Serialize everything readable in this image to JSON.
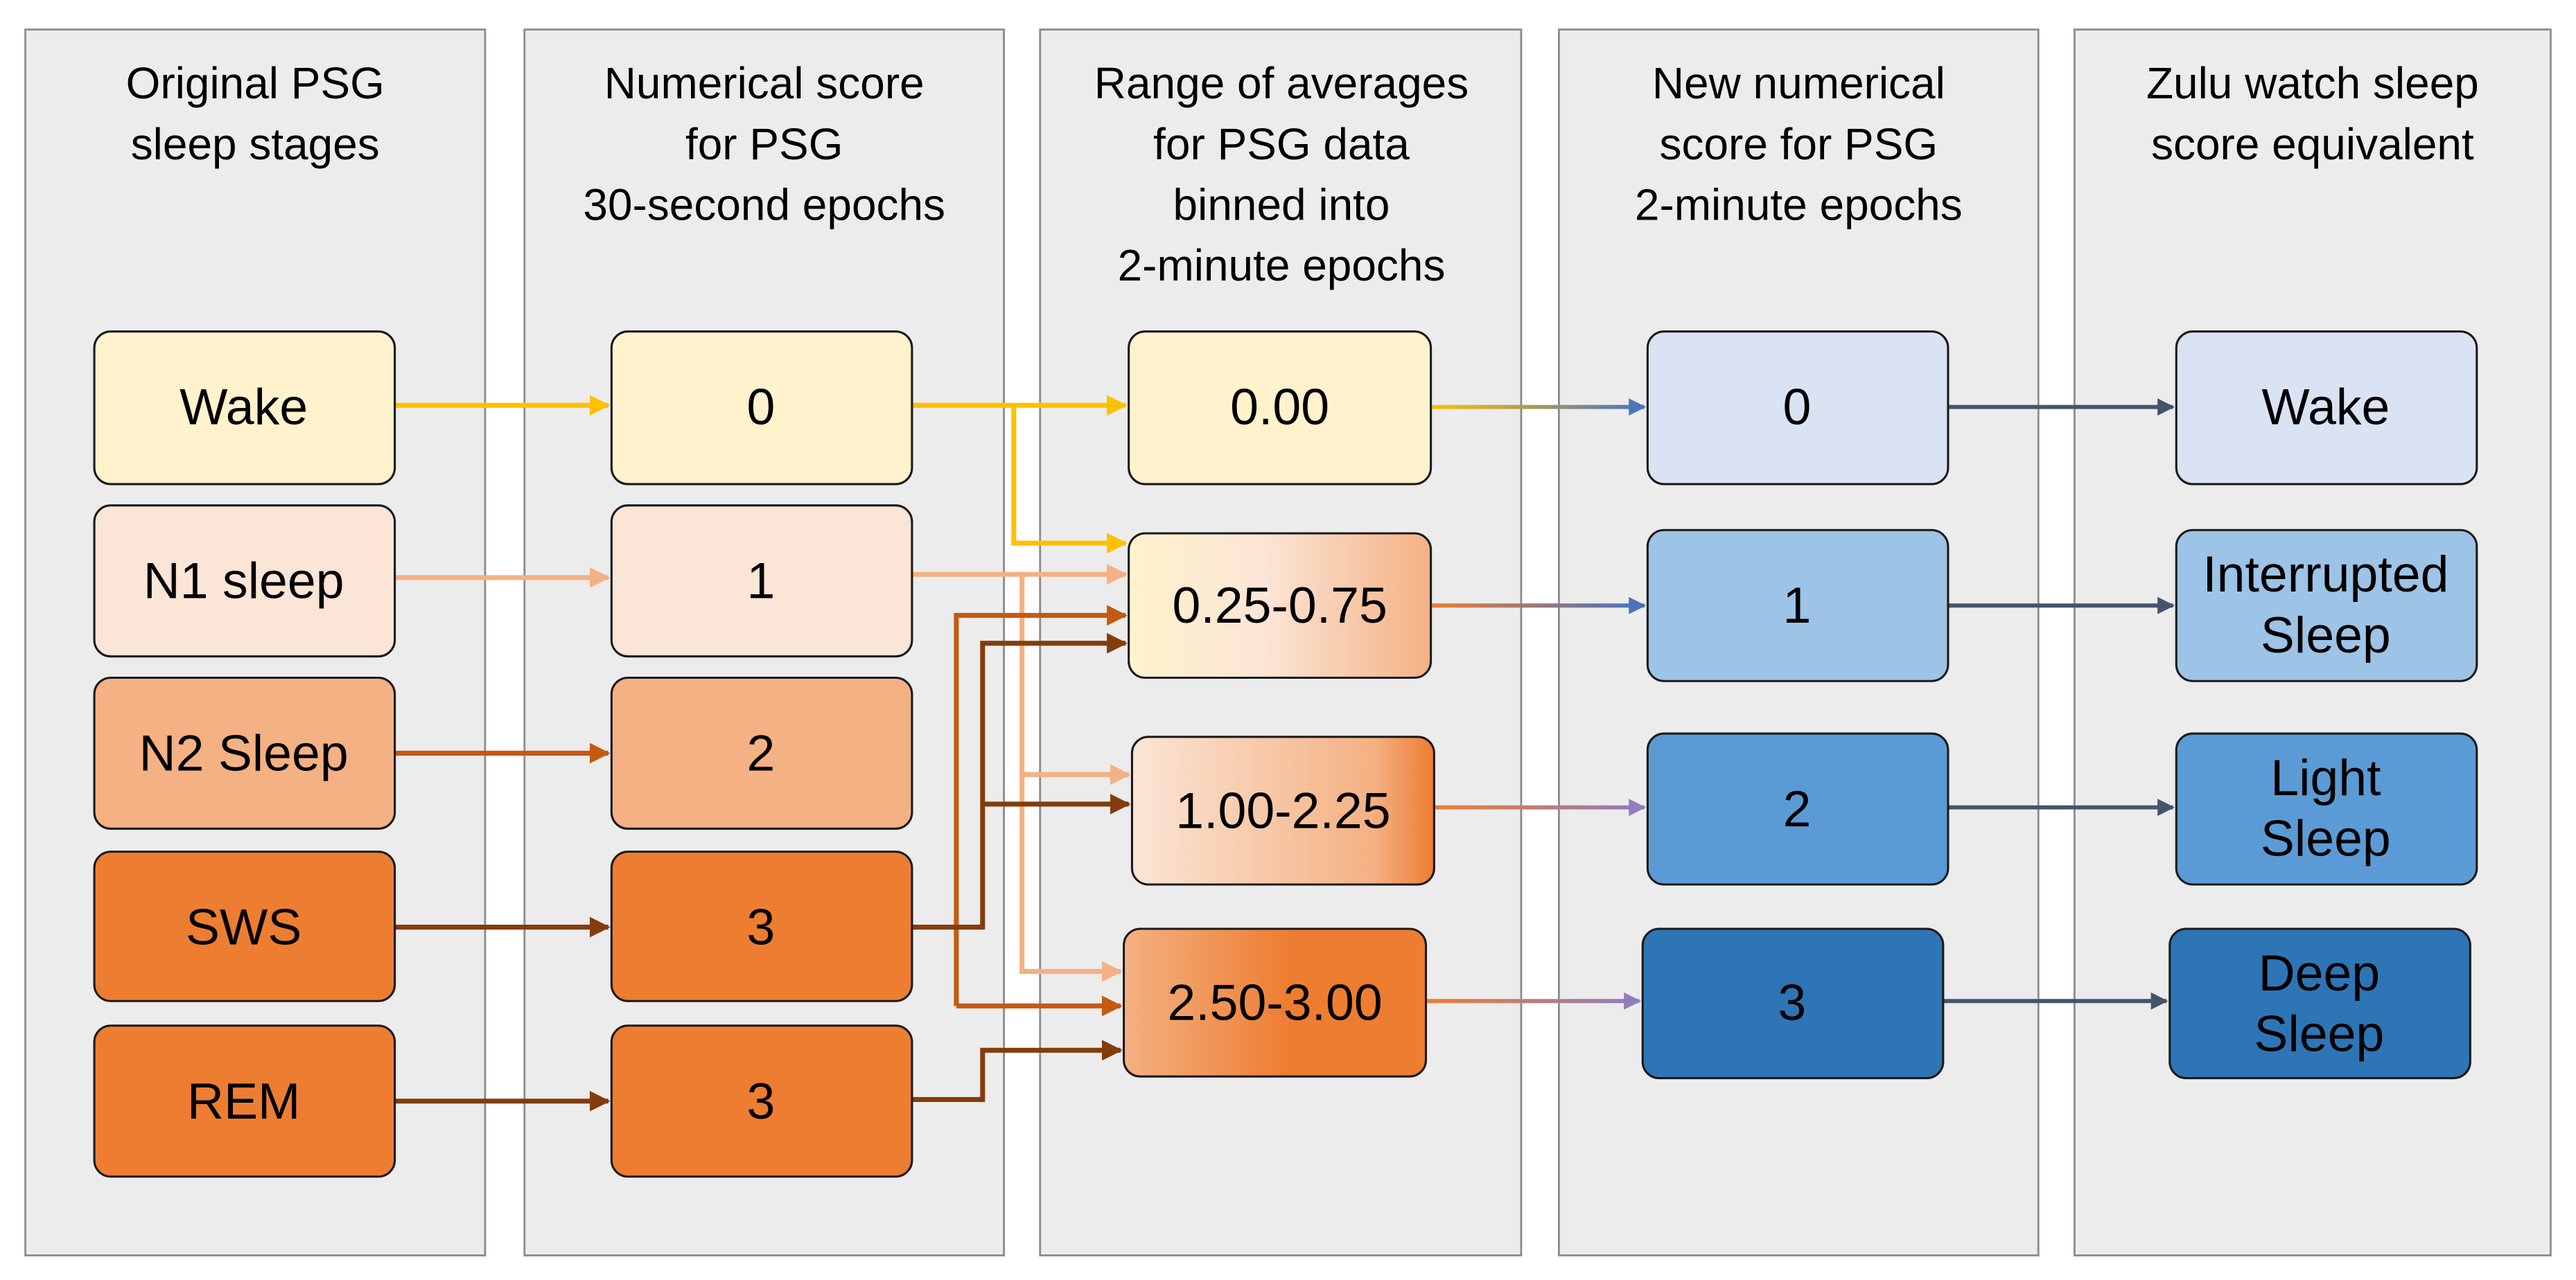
{
  "columns": [
    {
      "header": [
        "Original PSG",
        "sleep stages"
      ],
      "boxes": [
        "Wake",
        "N1 sleep",
        "N2 Sleep",
        "SWS",
        "REM"
      ]
    },
    {
      "header": [
        "Numerical score",
        "for PSG",
        "30-second epochs"
      ],
      "boxes": [
        "0",
        "1",
        "2",
        "3",
        "3"
      ]
    },
    {
      "header": [
        "Range of averages",
        "for PSG data",
        "binned into",
        "2-minute epochs"
      ],
      "boxes": [
        "0.00",
        "0.25-0.75",
        "1.00-2.25",
        "2.50-3.00"
      ]
    },
    {
      "header": [
        "New numerical",
        "score for PSG",
        "2-minute epochs"
      ],
      "boxes": [
        "0",
        "1",
        "2",
        "3"
      ]
    },
    {
      "header": [
        "Zulu watch sleep",
        "score equivalent"
      ],
      "boxes": [
        [
          "Wake"
        ],
        [
          "Interrupted",
          "Sleep"
        ],
        [
          "Light",
          "Sleep"
        ],
        [
          "Deep",
          "Sleep"
        ]
      ]
    }
  ],
  "colors": {
    "wake": "#fff2cc",
    "n1": "#fbe5d6",
    "n2": "#f4b183",
    "deep_orange": "#ed7d31",
    "blue_0": "#dae3f3",
    "blue_1": "#9dc3e6",
    "blue_2": "#5b9bd5",
    "blue_3": "#2e75b6",
    "arrow_wake": "#ffc000",
    "arrow_n1": "#f4b183",
    "arrow_n2": "#c55a11",
    "arrow_sws_rem": "#843c0c",
    "arrow_out": "#44546a"
  }
}
